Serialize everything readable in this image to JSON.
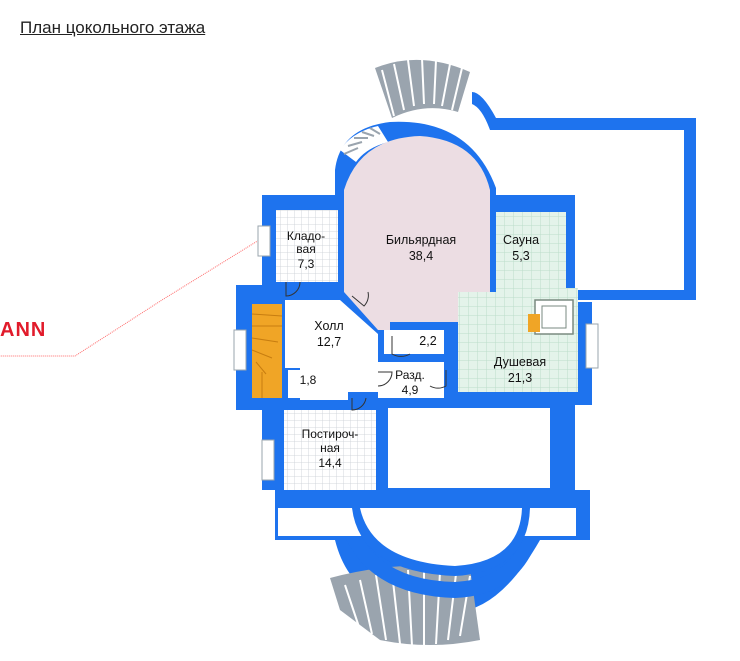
{
  "title": "План цокольного этажа",
  "brand": "ANN",
  "colors": {
    "wall": "#1e73ee",
    "room_floor": "#ffffff",
    "billiard_floor": "#ecdde3",
    "tile_floor": "#e4f3ea",
    "tile_grid": "#bcdcca",
    "stair_wood": "#f0a526",
    "stair_stone": "#9aa4ae",
    "marker_line": "#ff6b6b"
  },
  "rooms": {
    "storage": {
      "name": "Кладо-\nвая",
      "area": "7,3"
    },
    "billiard": {
      "name": "Бильярдная",
      "area": "38,4"
    },
    "sauna": {
      "name": "Сауна",
      "area": "5,3"
    },
    "hall": {
      "name": "Холл",
      "area": "12,7"
    },
    "small_room": {
      "area": "2,2"
    },
    "shower": {
      "name": "Душевая",
      "area": "21,3"
    },
    "changing": {
      "name": "Разд.",
      "area": "4,9"
    },
    "closet": {
      "area": "1,8"
    },
    "laundry": {
      "name": "Постироч-\nная",
      "area": "14,4"
    }
  }
}
